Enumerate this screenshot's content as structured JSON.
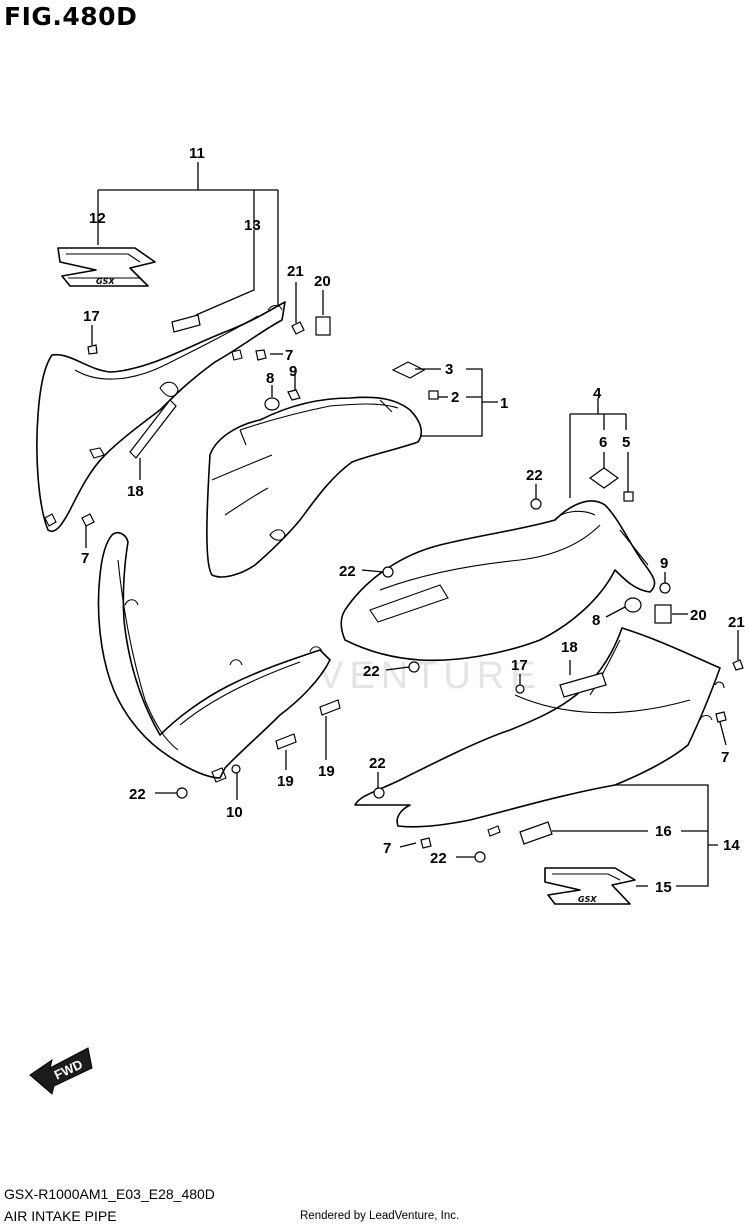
{
  "figure": {
    "title": "FIG.480D",
    "code": "GSX-R1000AM1_E03_E28_480D",
    "caption": "AIR INTAKE PIPE",
    "rendered_by": "Rendered by LeadVenture, Inc.",
    "watermark": "VENTURE",
    "fwd_label": "FWD",
    "badge_text": "GSX"
  },
  "callouts": {
    "c1": "1",
    "c2": "2",
    "c3": "3",
    "c4": "4",
    "c5": "5",
    "c6": "6",
    "c7a": "7",
    "c7b": "7",
    "c7c": "7",
    "c7d": "7",
    "c8a": "8",
    "c8b": "8",
    "c9a": "9",
    "c9b": "9",
    "c10": "10",
    "c11": "11",
    "c12": "12",
    "c13": "13",
    "c14": "14",
    "c15": "15",
    "c16": "16",
    "c17a": "17",
    "c17b": "17",
    "c18a": "18",
    "c18b": "18",
    "c19a": "19",
    "c19b": "19",
    "c20a": "20",
    "c20b": "20",
    "c21a": "21",
    "c21b": "21",
    "c22a": "22",
    "c22b": "22",
    "c22c": "22",
    "c22d": "22",
    "c22e": "22",
    "c22f": "22"
  }
}
